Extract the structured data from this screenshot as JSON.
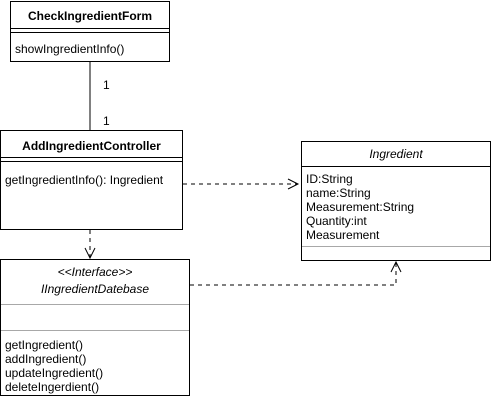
{
  "classes": {
    "check_form": {
      "name": "CheckIngredientForm",
      "operations": [
        "showIngredientInfo()"
      ]
    },
    "add_controller": {
      "name": "AddIngredientController",
      "operations": [
        "getIngredientInfo(): Ingredient"
      ]
    },
    "ingredient": {
      "name": "Ingredient",
      "attributes": [
        "ID:String",
        "name:String",
        "Measurement:String",
        "Quantity:int",
        "Measurement"
      ]
    },
    "db_interface": {
      "stereotype": "<<Interface>>",
      "name": "IIngredientDatebase",
      "operations": [
        "getIngredient()",
        "addIngredient()",
        "updateIngredient()",
        "deleteIngerdient()"
      ]
    }
  },
  "association": {
    "source_multiplicity": "1",
    "target_multiplicity": "1"
  }
}
